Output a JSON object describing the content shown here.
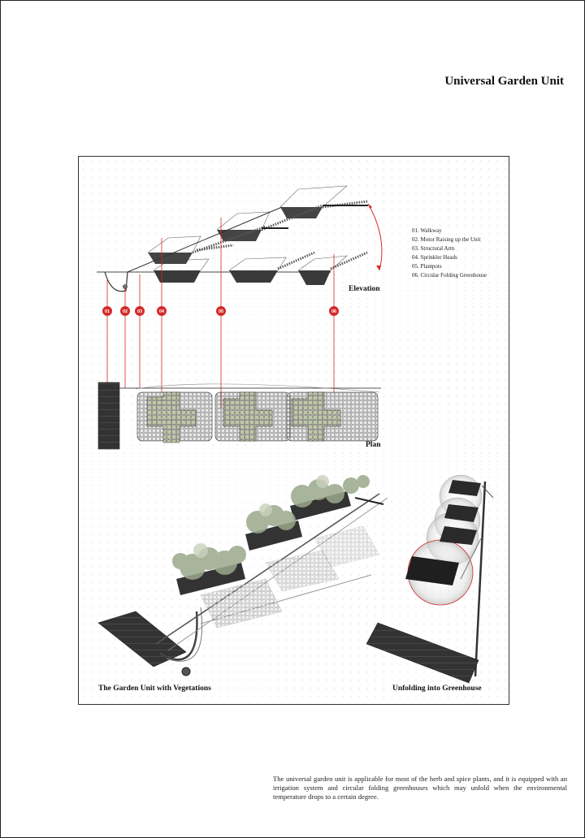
{
  "title": "Universal Garden Unit",
  "legend": [
    "01.  Walkway",
    "02.  Motor Raising up the Unit",
    "03.  Structural Arm",
    "04.  Sprinkler Heads",
    "05.  Plantpots",
    "06.  Circular Folding Greenhouse"
  ],
  "markers": [
    "01",
    "02",
    "03",
    "04",
    "05",
    "06"
  ],
  "views": {
    "elevation": "Elevation",
    "plan": "Plan",
    "vegetation": "The Garden Unit with Vegetations",
    "greenhouse": "Unfolding into Greenhouse"
  },
  "caption": "The universal garden unit is applicable for most of the herb and spice plants, and it is equipped with an irrigation system and circular folding greenhouses which may unfold when the environmental temperature drops to a certain degree.",
  "colors": {
    "accent": "#d42a2a",
    "ink": "#222222",
    "grid": "#e3e3e3",
    "foliage": "#9aa88a"
  }
}
